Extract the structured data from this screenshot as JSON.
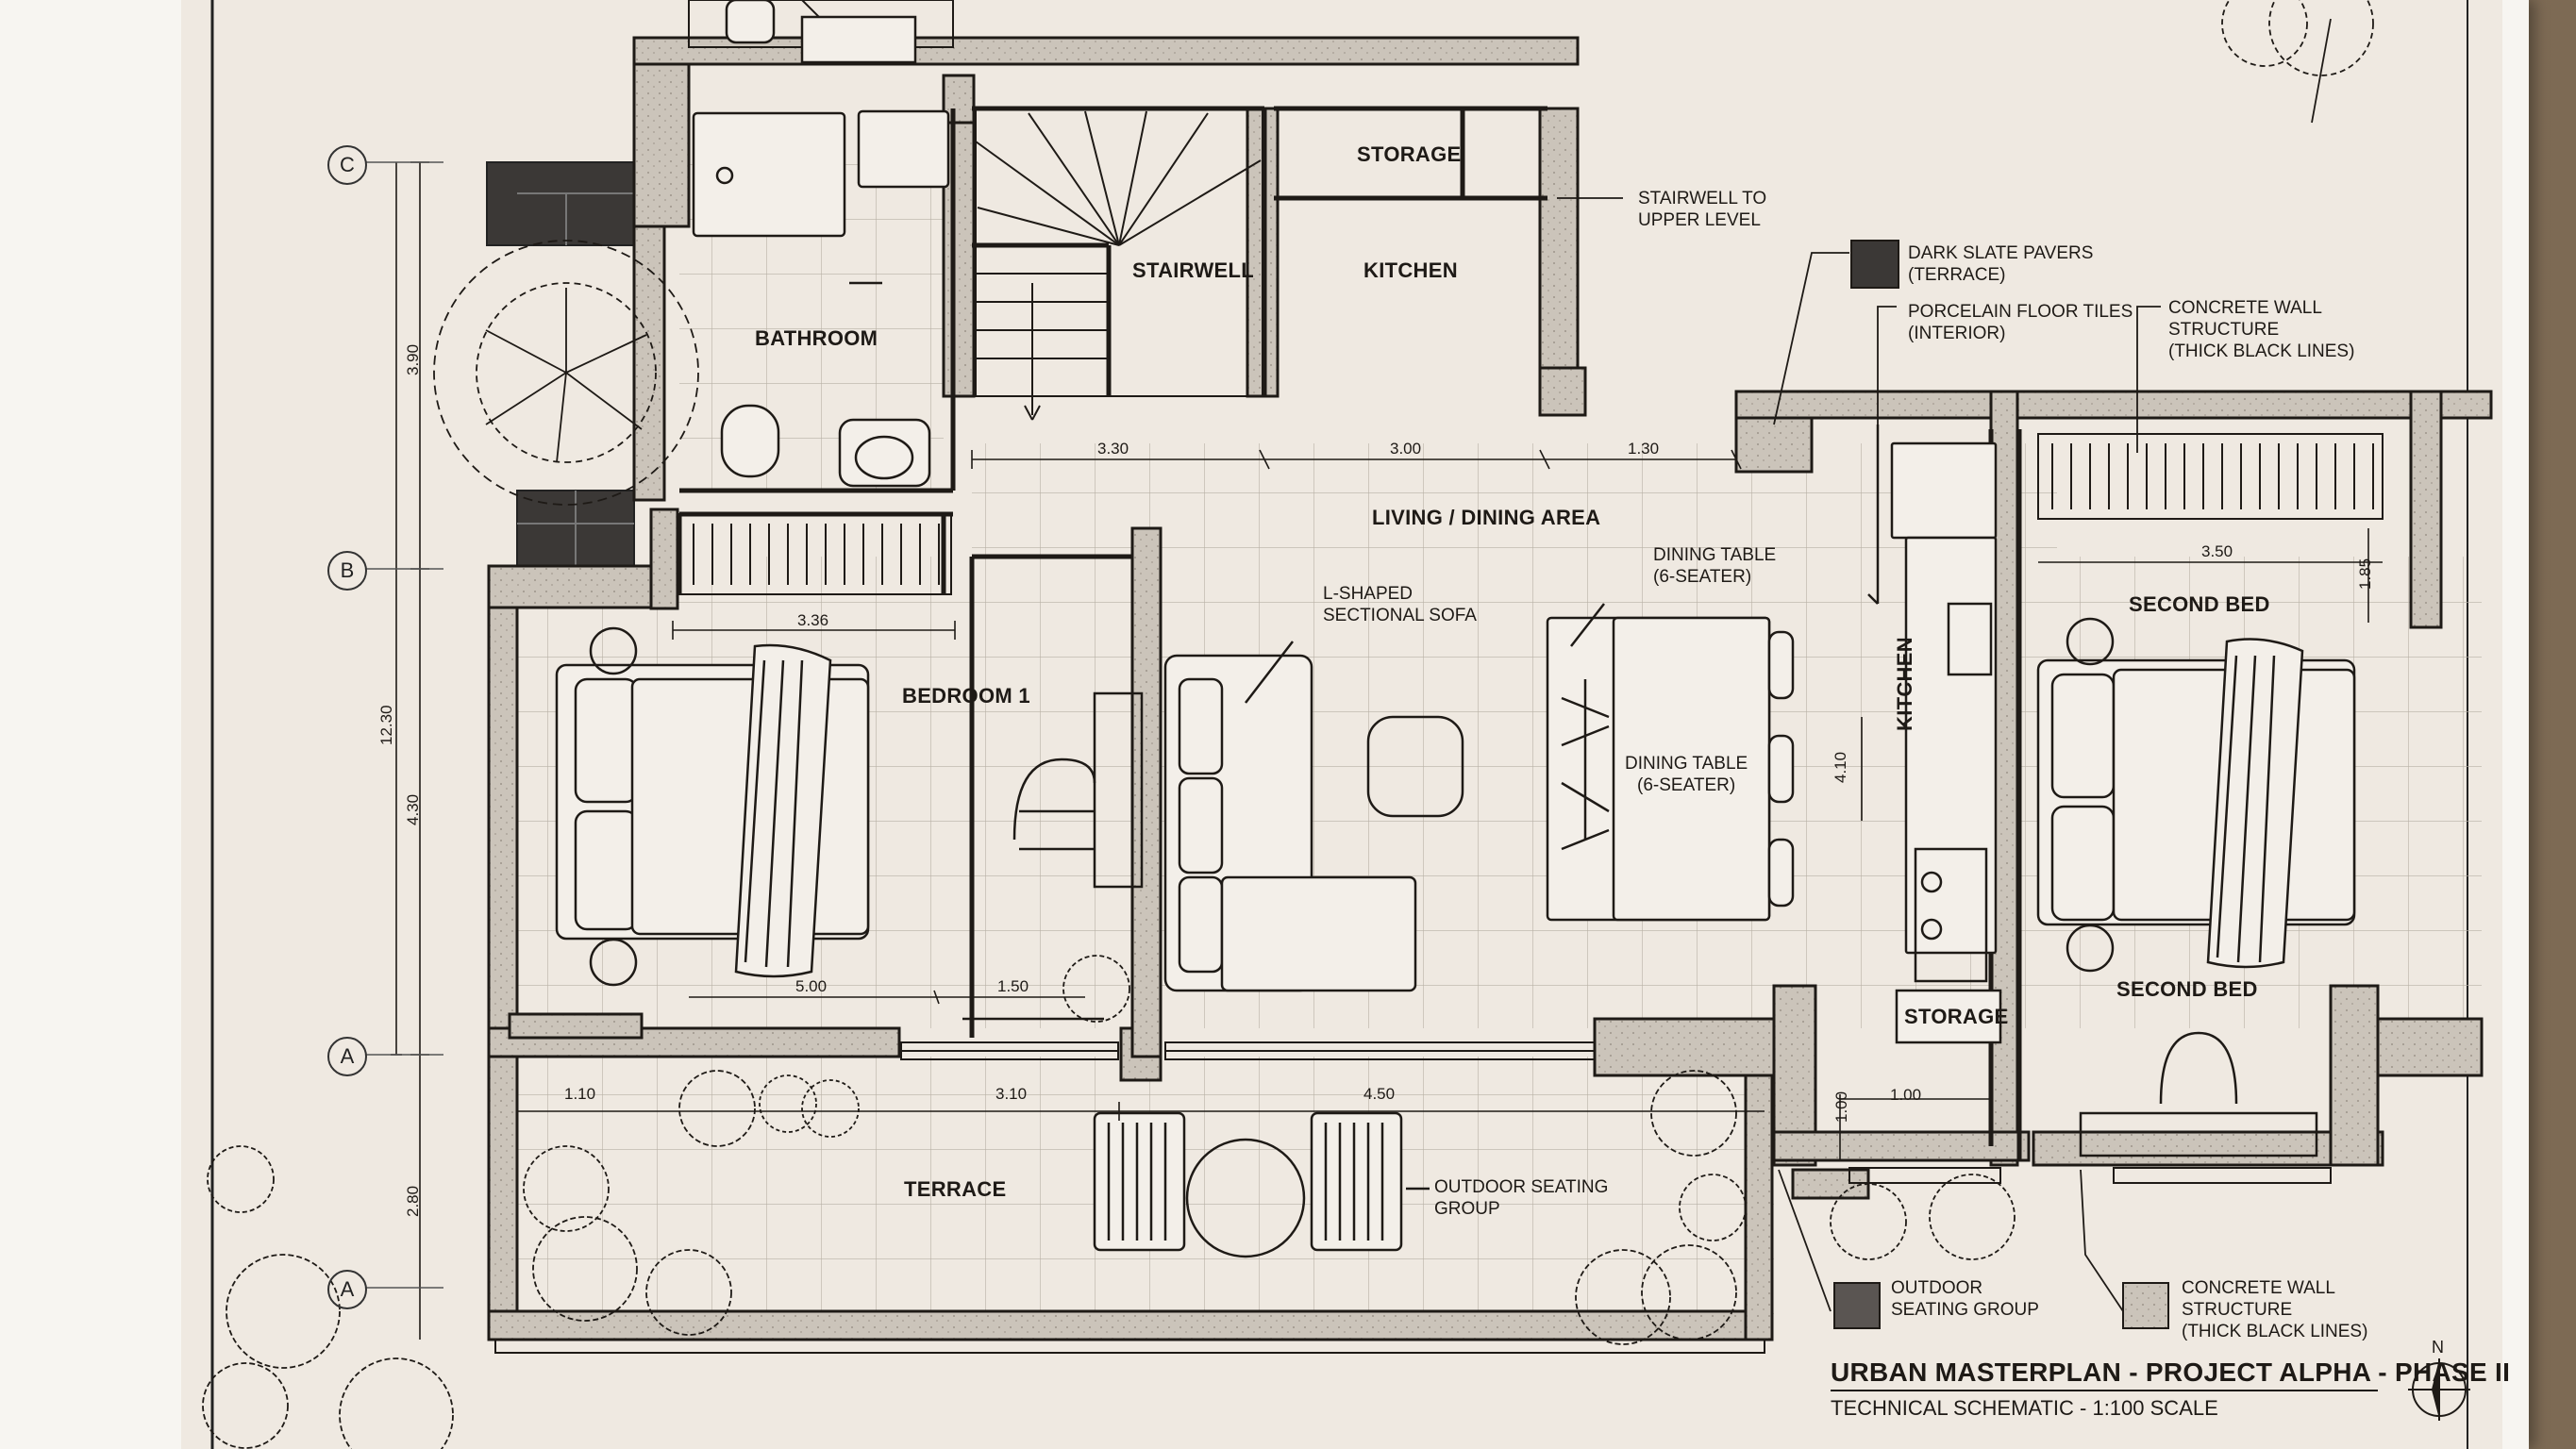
{
  "colors": {
    "paper": "#efe9e1",
    "wall": "#c9c2b8",
    "ink": "#1e1a16",
    "dark_slate": "#3b3836",
    "frame_wood": "#8f7b63",
    "mat": "#f7f5f1"
  },
  "grid_bubbles": [
    "C",
    "B",
    "A",
    "A"
  ],
  "rooms": {
    "bathroom": "BATHROOM",
    "stairwell": "STAIRWELL",
    "storage_top": "STORAGE",
    "kitchen_top": "KITCHEN",
    "living_dining": "LIVING / DINING AREA",
    "bedroom1": "BEDROOM 1",
    "kitchen_side": "KITCHEN",
    "storage_bottom": "STORAGE",
    "second_bed_top": "SECOND BED",
    "second_bed_bottom": "SECOND BED",
    "terrace": "TERRACE"
  },
  "notes": {
    "stairwell_upper": [
      "STAIRWELL TO",
      "UPPER LEVEL"
    ],
    "l_sofa": [
      "L-SHAPED",
      "SECTIONAL SOFA"
    ],
    "dining_table_top": [
      "DINING TABLE",
      "(6-SEATER)"
    ],
    "dining_table_mid": [
      "DINING TABLE",
      "(6-SEATER)"
    ],
    "outdoor_seating": [
      "OUTDOOR SEATING",
      "GROUP"
    ]
  },
  "legend": {
    "dark_slate": [
      "DARK SLATE PAVERS",
      "(TERRACE)"
    ],
    "porcelain": [
      "PORCELAIN FLOOR TILES",
      "(INTERIOR)"
    ],
    "concrete_top": [
      "CONCRETE WALL",
      "STRUCTURE",
      "(THICK BLACK LINES)"
    ],
    "outdoor_seating": [
      "OUTDOOR",
      "SEATING GROUP"
    ],
    "concrete_bottom": [
      "CONCRETE WALL",
      "STRUCTURE",
      "(THICK BLACK LINES)"
    ]
  },
  "dimensions": {
    "d330": "3.30",
    "d300": "3.00",
    "d130": "1.30",
    "d336": "3.36",
    "d500": "5.00",
    "d150": "1.50",
    "d350": "3.50",
    "d185": "1.85",
    "d410": "4.10",
    "d110": "1.10",
    "d310": "3.10",
    "d450": "4.50",
    "d100v": "1.00",
    "d100h": "1.00",
    "d390": "3.90",
    "d1230": "12.30",
    "d430": "4.30",
    "d280": "2.80"
  },
  "title_block": {
    "title": "URBAN MASTERPLAN - PROJECT ALPHA - PHASE II",
    "subtitle": "TECHNICAL SCHEMATIC - 1:100 SCALE",
    "north": "N"
  }
}
